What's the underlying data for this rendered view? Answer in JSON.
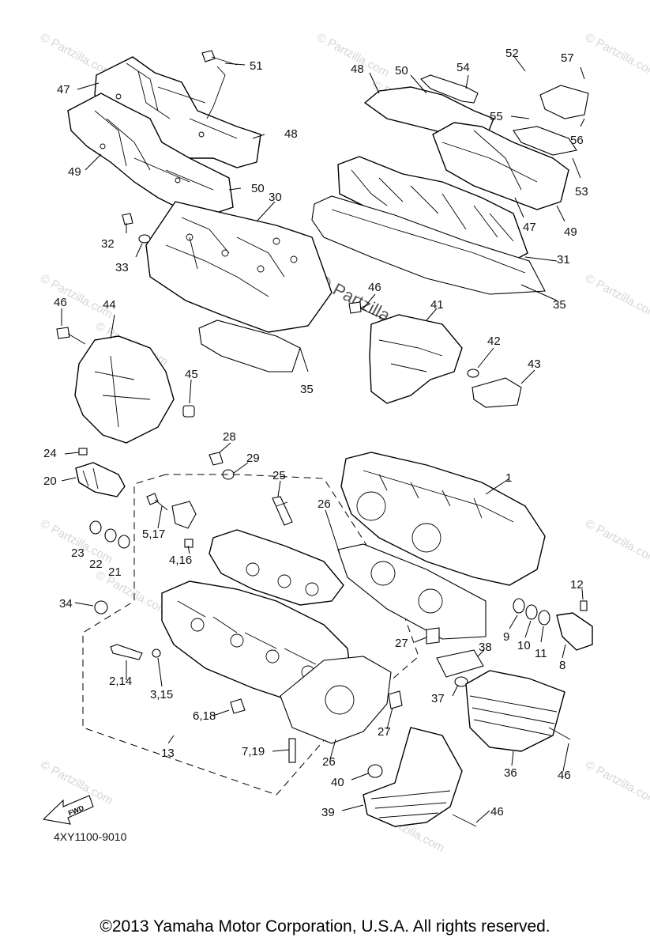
{
  "watermark": {
    "small": "© Partzilla.com",
    "center": "© Partzilla.com"
  },
  "diagram_code": "4XY1100-9010",
  "fwd_arrow": "FWD",
  "callouts": [
    "1",
    "2,14",
    "3,15",
    "4,16",
    "5,17",
    "6,18",
    "7,19",
    "8",
    "9",
    "10",
    "11",
    "12",
    "13",
    "20",
    "21",
    "22",
    "23",
    "24",
    "25",
    "26",
    "26",
    "27",
    "27",
    "28",
    "29",
    "30",
    "31",
    "32",
    "33",
    "34",
    "35",
    "35",
    "36",
    "37",
    "38",
    "39",
    "40",
    "41",
    "42",
    "43",
    "44",
    "45",
    "46",
    "46",
    "46",
    "46",
    "47",
    "47",
    "48",
    "48",
    "49",
    "49",
    "50",
    "50",
    "51",
    "52",
    "53",
    "54",
    "55",
    "56",
    "57"
  ],
  "copyright": "©2013  Yamaha Motor Corporation, U.S.A. All rights reserved."
}
